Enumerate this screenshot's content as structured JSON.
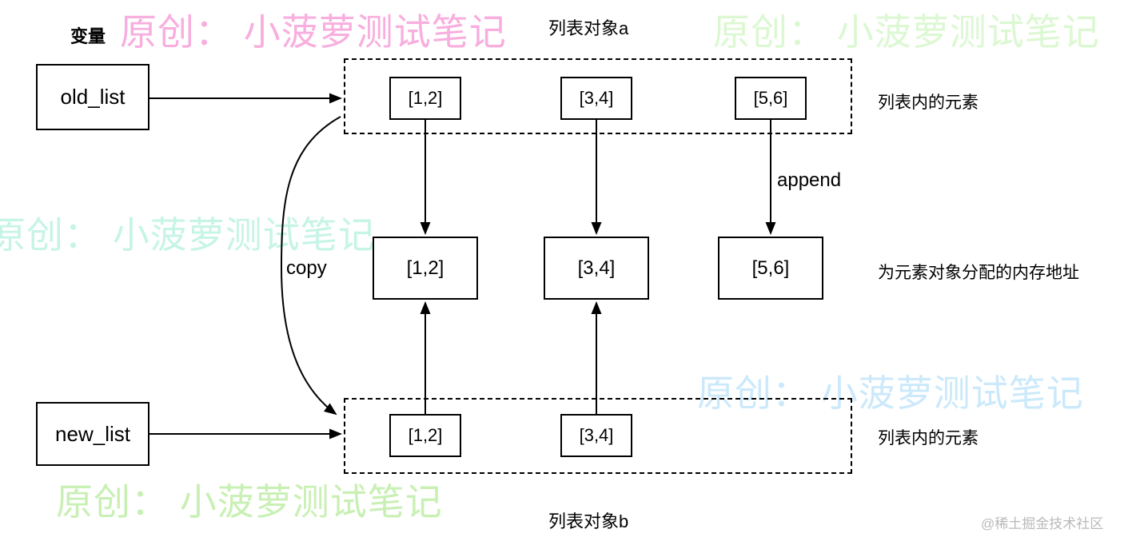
{
  "labels": {
    "variable": "变量",
    "list_object_a": "列表对象a",
    "list_object_b": "列表对象b",
    "list_elements_top": "列表内的元素",
    "list_elements_bottom": "列表内的元素",
    "memory_address": "为元素对象分配的内存地址",
    "append": "append",
    "copy": "copy"
  },
  "nodes": {
    "old_list": "old_list",
    "new_list": "new_list",
    "list_a_items": [
      "[1,2]",
      "[3,4]",
      "[5,6]"
    ],
    "memory_items": [
      "[1,2]",
      "[3,4]",
      "[5,6]"
    ],
    "list_b_items": [
      "[1,2]",
      "[3,4]"
    ]
  },
  "watermark": {
    "text": "原创： 小菠萝测试笔记",
    "credit": "@稀土掘金技术社区"
  },
  "colors": {
    "line": "#000000",
    "watermark_pink": "#f8aede",
    "watermark_green_light": "#dcf8d2",
    "watermark_cyan": "#c6f4e6",
    "watermark_blue": "#cbe9fb",
    "watermark_green": "#c9f0b4",
    "credit_gray": "#b9b9b9"
  }
}
